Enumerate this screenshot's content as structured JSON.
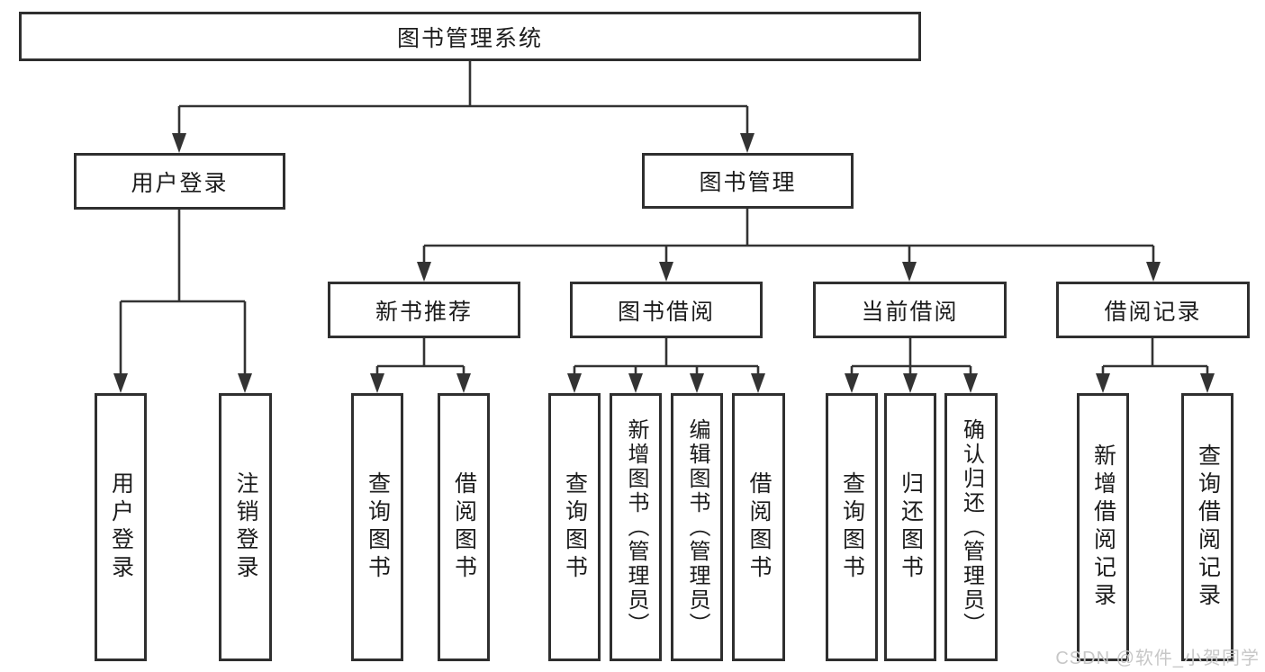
{
  "diagram": {
    "colors": {
      "line": "#333333",
      "box_border": "#2f2f2f",
      "text": "#1c1c1c",
      "background": "#ffffff",
      "watermark": "#c7c7c7"
    },
    "watermark": "CSDN @软件_小贺同学",
    "nodes": {
      "root": {
        "label": "图书管理系统"
      },
      "user_login": {
        "label": "用户登录"
      },
      "book_management": {
        "label": "图书管理"
      },
      "new_book_recommend": {
        "label": "新书推荐"
      },
      "book_borrowing": {
        "label": "图书借阅"
      },
      "current_borrowing": {
        "label": "当前借阅"
      },
      "borrowing_records": {
        "label": "借阅记录"
      },
      "leaf_user_login": {
        "label": "用户登录"
      },
      "leaf_logout": {
        "label": "注销登录"
      },
      "leaf_query_books_1": {
        "label": "查询图书"
      },
      "leaf_borrow_books_1": {
        "label": "借阅图书"
      },
      "leaf_query_books_2": {
        "label": "查询图书"
      },
      "leaf_add_books_admin": {
        "label": "新增图书（管理员）"
      },
      "leaf_edit_books_admin": {
        "label": "编辑图书（管理员）"
      },
      "leaf_borrow_books_2": {
        "label": "借阅图书"
      },
      "leaf_query_books_3": {
        "label": "查询图书"
      },
      "leaf_return_books": {
        "label": "归还图书"
      },
      "leaf_confirm_return_admin": {
        "label": "确认归还（管理员）"
      },
      "leaf_add_borrow_record": {
        "label": "新增借阅记录"
      },
      "leaf_query_borrow_record": {
        "label": "查询借阅记录"
      }
    }
  }
}
